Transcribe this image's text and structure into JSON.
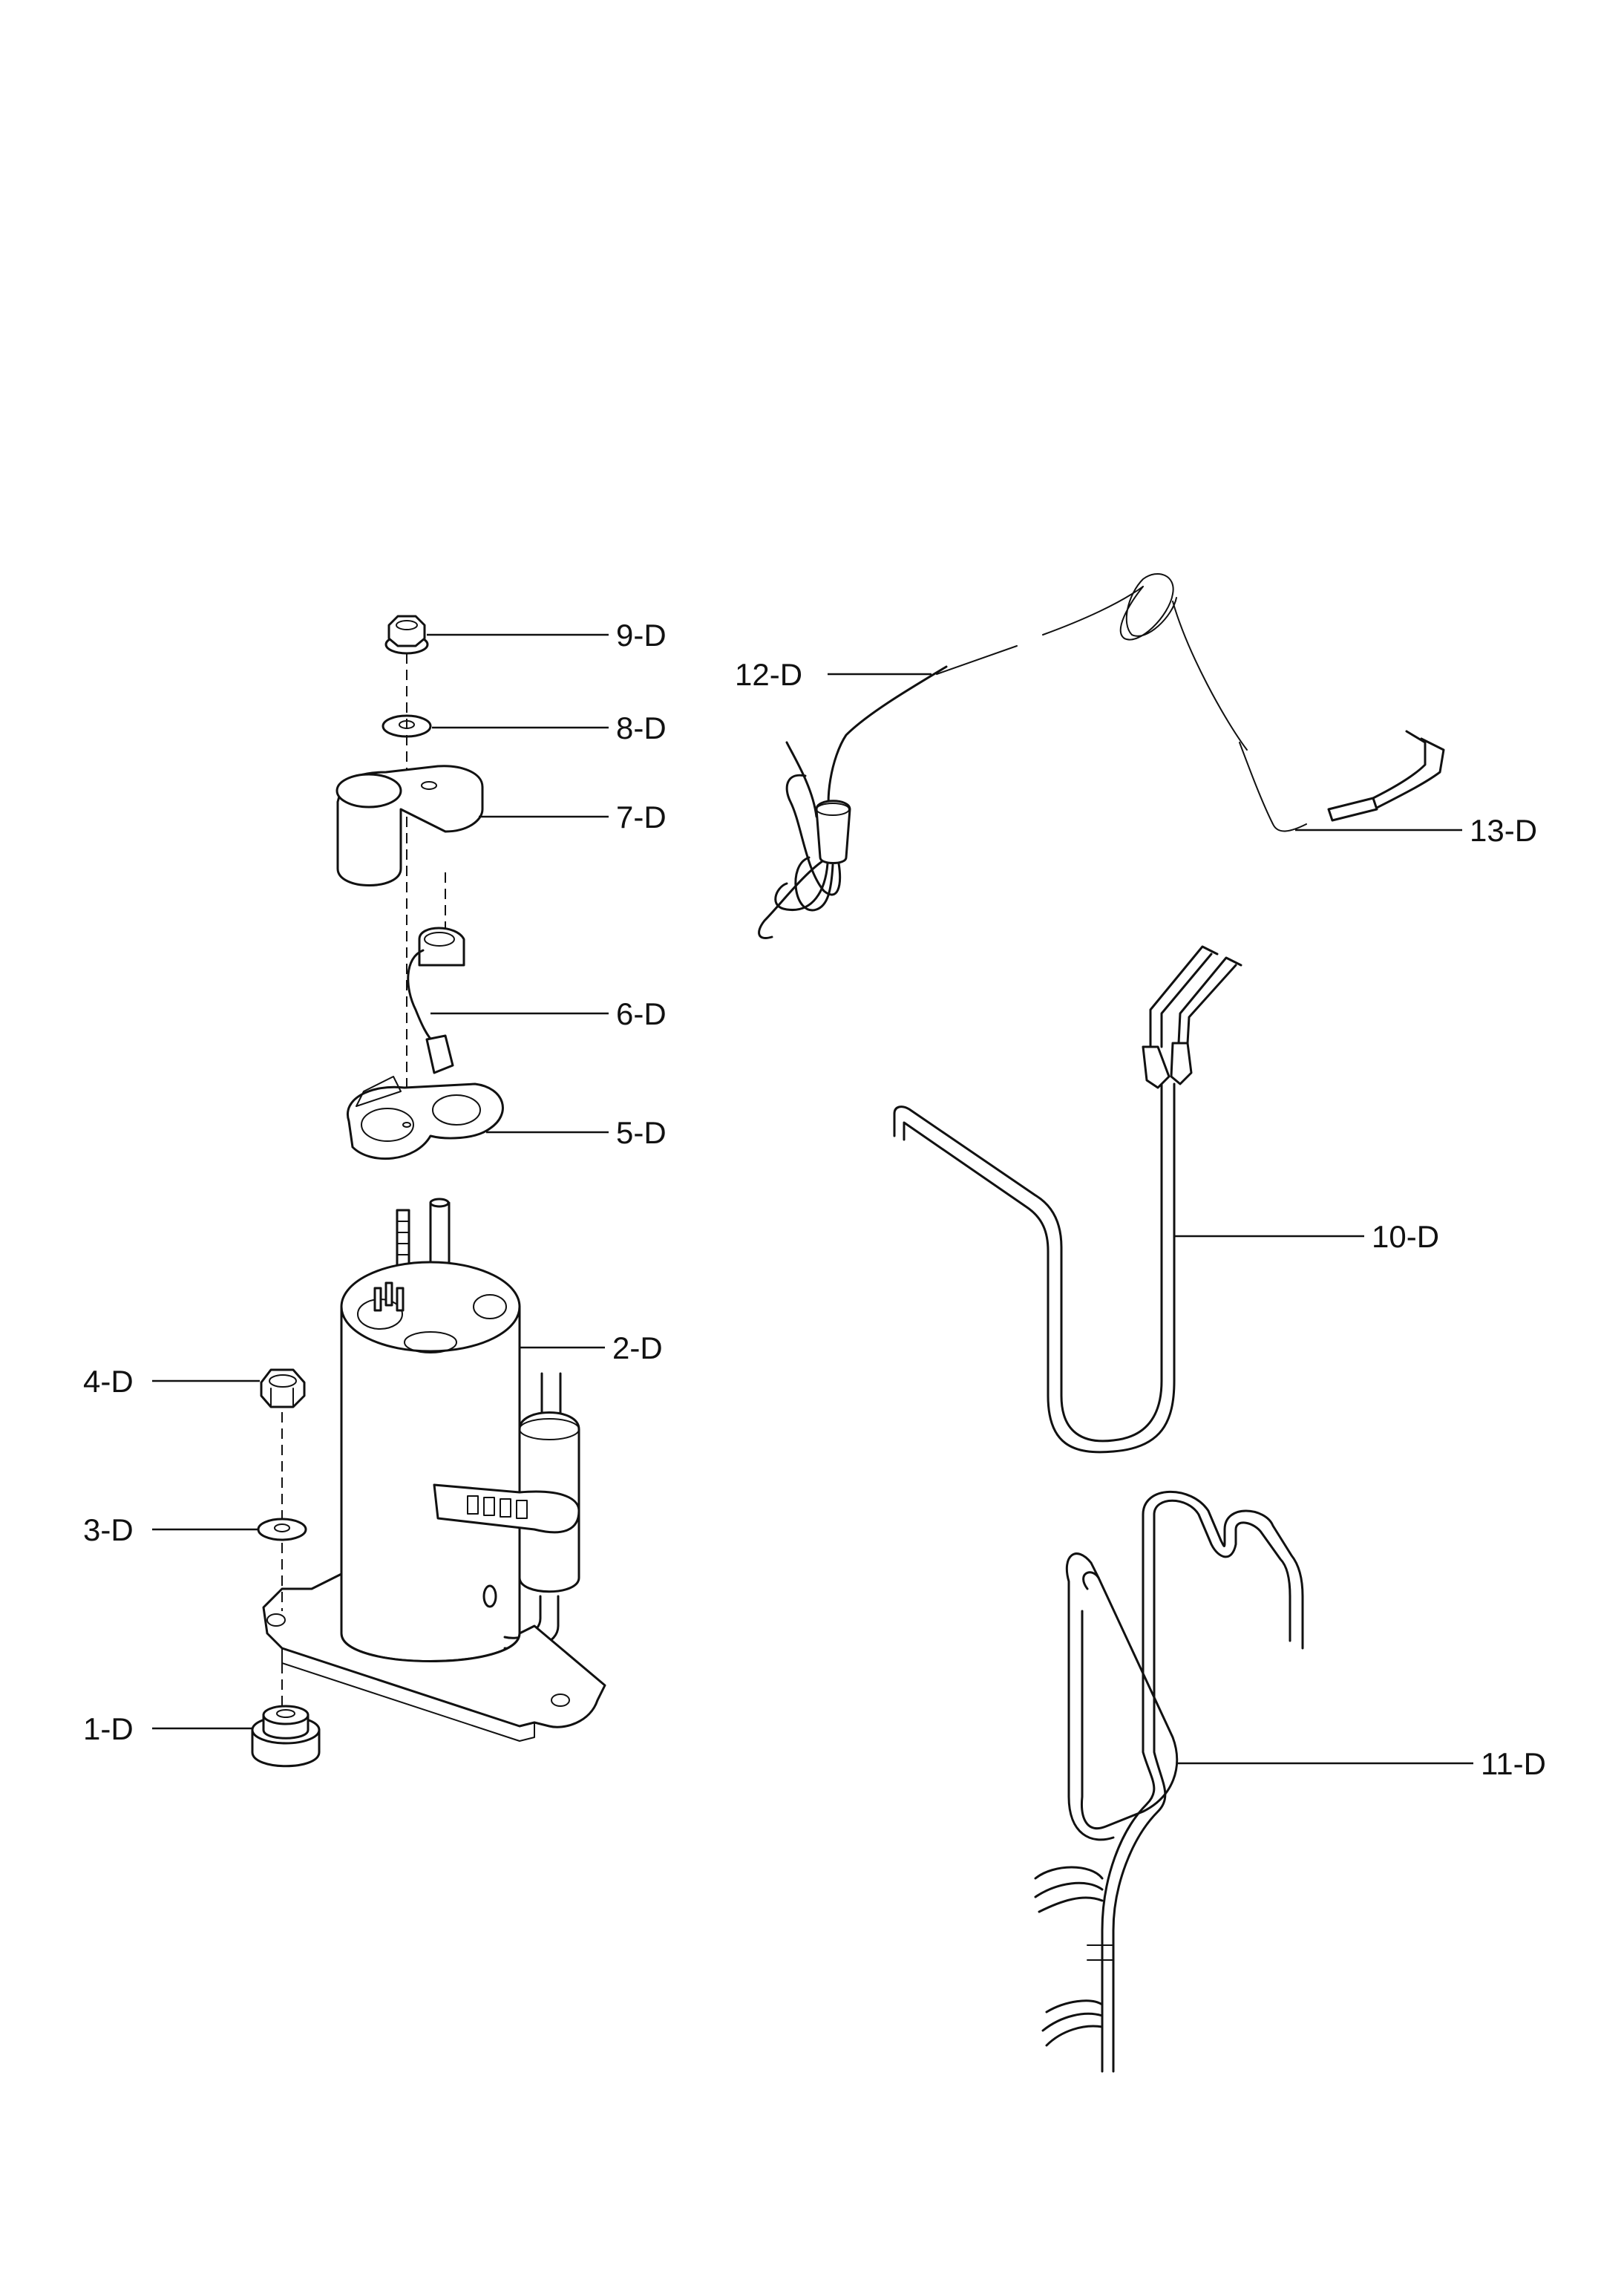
{
  "callouts": {
    "p1": "1-D",
    "p2": "2-D",
    "p3": "3-D",
    "p4": "4-D",
    "p5": "5-D",
    "p6": "6-D",
    "p7": "7-D",
    "p8": "8-D",
    "p9": "9-D",
    "p10": "10-D",
    "p11": "11-D",
    "p12": "12-D",
    "p13": "13-D"
  }
}
